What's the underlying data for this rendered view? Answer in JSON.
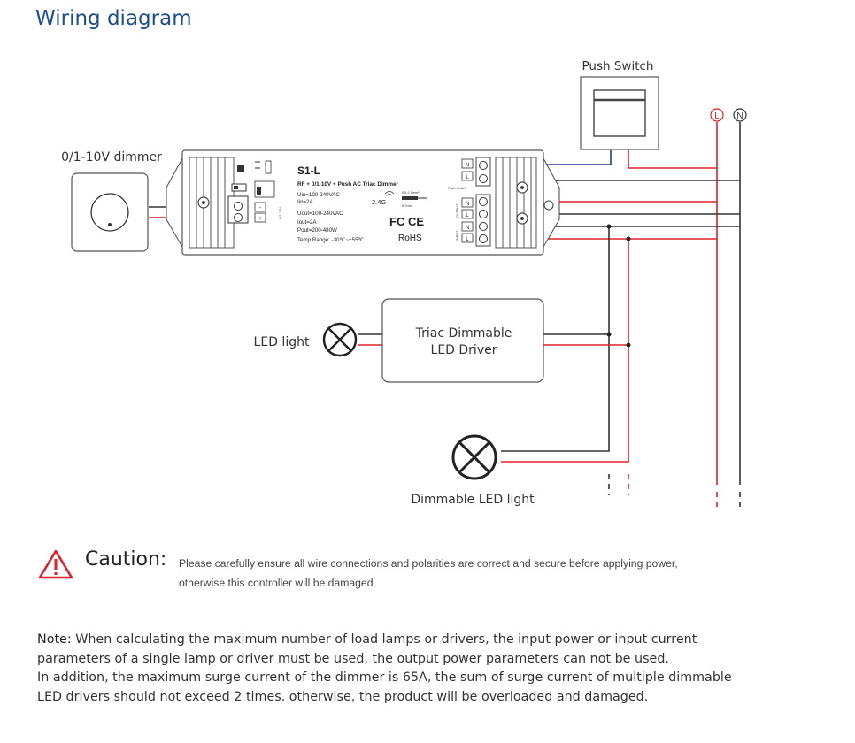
{
  "page": {
    "title": "Wiring diagram"
  },
  "labels": {
    "push_switch": "Push Switch",
    "dimmer": "0/1-10V dimmer",
    "line_L": "L",
    "neutral_N": "N",
    "led_light": "LED light",
    "triac_driver_line1": "Triac Dimmable",
    "triac_driver_line2": "LED Driver",
    "dimmable_led_light": "Dimmable LED light"
  },
  "controller": {
    "model": "S1-L",
    "subtitle": "RF + 0/1-10V + Push AC Triac Dimmer",
    "spec_lines": [
      "Uin=100-240VAC",
      "Iin=2A",
      "Uout=100-240VAC",
      "Iout=2A",
      "Pout=200-480W",
      "Temp Range: -30℃~+55℃"
    ],
    "rf": "2.4G",
    "cert": "FC CE",
    "rohs": "RoHS",
    "strip": "0.5-2.5mm²",
    "strip2": "6-7mm",
    "left_terminals": [
      "-",
      "+"
    ],
    "left_terminal_label": "0/1-10V",
    "input_label": "Push Switch",
    "output_label": "OUTPUT",
    "input_power_label": "INPUT",
    "terminal_letters_top": [
      "N",
      "L"
    ],
    "terminal_letters_out": [
      "N",
      "L"
    ],
    "terminal_letters_in": [
      "N",
      "L"
    ]
  },
  "caution": {
    "word": "Caution:",
    "line1": "Please carefully ensure all wire connections and polarities are correct and secure before applying power,",
    "line2": "otherwise this controller will be damaged."
  },
  "note": {
    "label": "Note:",
    "line1": " When calculating the maximum number of load lamps or drivers, the input power or input current",
    "line2": "parameters of a single lamp or driver must be used, the output power parameters can not be used.",
    "line3": "In addition, the maximum surge current of the dimmer is 65A, the sum of surge current of multiple dimmable",
    "line4": "LED drivers should not exceed 2 times. otherwise, the product will be overloaded and damaged."
  },
  "colors": {
    "title": "#1f4e8c",
    "wire_red": "#e0202a",
    "wire_black": "#333333",
    "wire_blue": "#1c3f94",
    "caution_red": "#d9232d"
  }
}
